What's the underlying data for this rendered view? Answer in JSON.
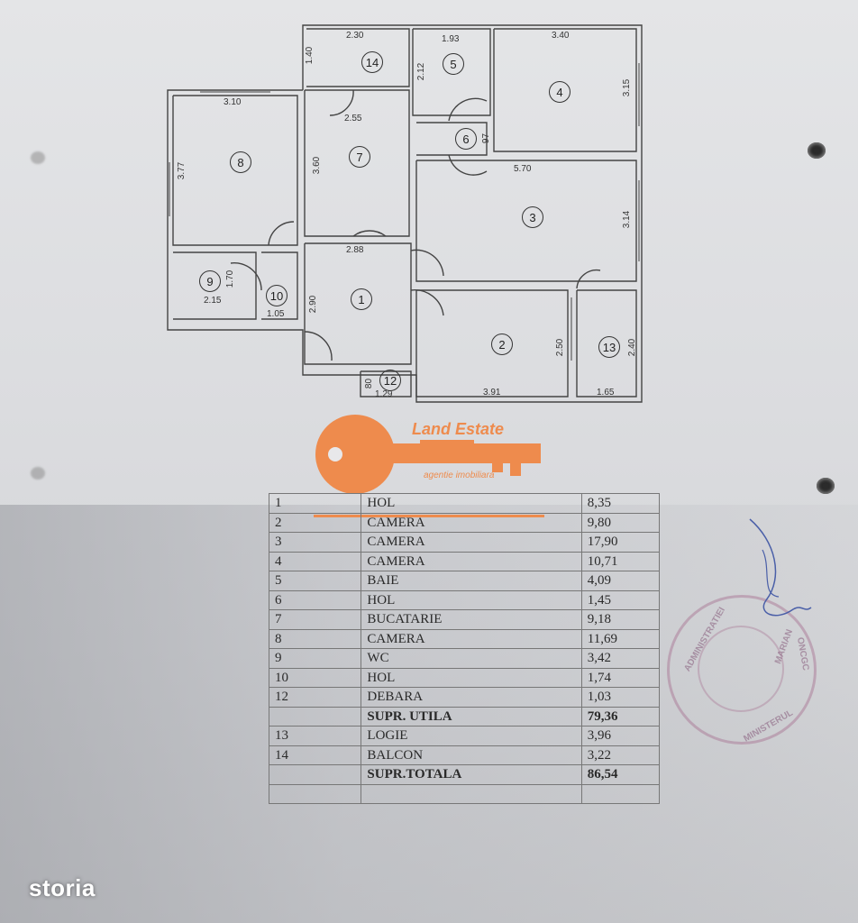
{
  "watermark": {
    "brand": "storia"
  },
  "logo": {
    "name": "Land Estate",
    "subtitle": "agentie imobiliara",
    "color": "#ee8b4d"
  },
  "plan": {
    "rooms": [
      "1",
      "2",
      "3",
      "4",
      "5",
      "6",
      "7",
      "8",
      "9",
      "10",
      "12",
      "13",
      "14"
    ],
    "dimensions": [
      "2.30",
      "1.40",
      "1.93",
      "2.12",
      "3.40",
      "3.15",
      "3.10",
      "3.77",
      "2.55",
      "3.60",
      "5.70",
      "3.14",
      "2.88",
      "1.70",
      "2.15",
      "1.05",
      "2.90",
      "2.50",
      "2.40",
      "80",
      "1.29",
      "3.91",
      "1.65",
      "97"
    ]
  },
  "table": {
    "rows": [
      {
        "nr": "1",
        "name": "HOL",
        "area": "8,35",
        "bold": false
      },
      {
        "nr": "2",
        "name": "CAMERA",
        "area": "9,80",
        "bold": false
      },
      {
        "nr": "3",
        "name": "CAMERA",
        "area": "17,90",
        "bold": false
      },
      {
        "nr": "4",
        "name": "CAMERA",
        "area": "10,71",
        "bold": false
      },
      {
        "nr": "5",
        "name": "BAIE",
        "area": "4,09",
        "bold": false
      },
      {
        "nr": "6",
        "name": "HOL",
        "area": "1,45",
        "bold": false
      },
      {
        "nr": "7",
        "name": "BUCATARIE",
        "area": "9,18",
        "bold": false
      },
      {
        "nr": "8",
        "name": "CAMERA",
        "area": "11,69",
        "bold": false
      },
      {
        "nr": "9",
        "name": "WC",
        "area": "3,42",
        "bold": false
      },
      {
        "nr": "10",
        "name": "HOL",
        "area": "1,74",
        "bold": false
      },
      {
        "nr": "12",
        "name": "DEBARA",
        "area": "1,03",
        "bold": false
      },
      {
        "nr": "",
        "name": "SUPR. UTILA",
        "area": "79,36",
        "bold": true
      },
      {
        "nr": "13",
        "name": "LOGIE",
        "area": "3,96",
        "bold": false
      },
      {
        "nr": "14",
        "name": "BALCON",
        "area": "3,22",
        "bold": false
      },
      {
        "nr": "",
        "name": "SUPR.TOTALA",
        "area": "86,54",
        "bold": true
      },
      {
        "nr": "",
        "name": "",
        "area": "",
        "bold": false
      }
    ]
  },
  "stamp": {
    "lines": [
      "MINISTERUL",
      "ADMINISTRATIEI",
      "ONCGC",
      "MARIAN"
    ]
  }
}
